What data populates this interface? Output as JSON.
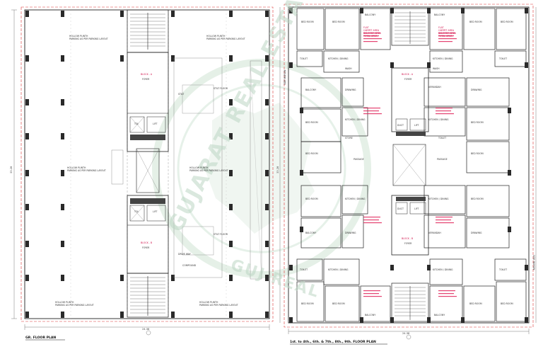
{
  "plans": {
    "left_title": "GR. FLOOR PLAN",
    "right_title": "1st. to 4th., 6th. & 7th., 8th., 9th. FLOOR PLAN",
    "dim_width": "24.38",
    "dim_depth": "33.28"
  },
  "left": {
    "parking_top_left": "HOLLOW PLINTH\nPARKING AS PER PARKING LAYOUT",
    "parking_top_right": "HOLLOW PLINTH\nPARKING AS PER PARKING LAYOUT",
    "parking_mid_left": "HOLLOW PLINTH\nPARKING AS PER PARKING LAYOUT",
    "parking_mid_right": "HOLLOW PLINTH\nPARKING AS PER PARKING LAYOUT",
    "parking_bot_left": "HOLLOW PLINTH\nPARKING AS PER PARKING LAYOUT",
    "parking_bot_right": "HOLLOW PLINTH\nPARKING AS PER PARKING LAYOUT",
    "block_a": "BLOCK - A",
    "block_b": "BLOCK - B",
    "foyer": "FOYER",
    "lift": "LIFT",
    "toi": "TOI.",
    "stilt": "STILT",
    "stilt_floor": "STILT FLOOR",
    "driveway": "DRIVE WAY",
    "compound": "COMPOUND"
  },
  "right": {
    "bed_room": "BED ROOM",
    "balcony": "BALCONY",
    "toilet": "TOILET",
    "kitchen_dining": "KITCHEN / DINING",
    "wash": "WASH",
    "drawing": "DRAWING",
    "passage": "PASSAGE",
    "verandah": "VERANDAH",
    "store": "STORE",
    "foyer": "FOYER",
    "lift": "LIFT",
    "duct": "DUCT",
    "block_a": "BLOCK - A",
    "block_b": "BLOCK - B",
    "carpet_note": "FLAT\nCARPET AREA\nBALCONY AREA\nTOTAL AREA",
    "open_terrace": "OPEN TERRACE",
    "side_margin": "SIDE MARGIN"
  },
  "watermark": {
    "text": "GUJARAT REAL ESTATE REGULATORY",
    "bottom": "GUJ REAL"
  }
}
